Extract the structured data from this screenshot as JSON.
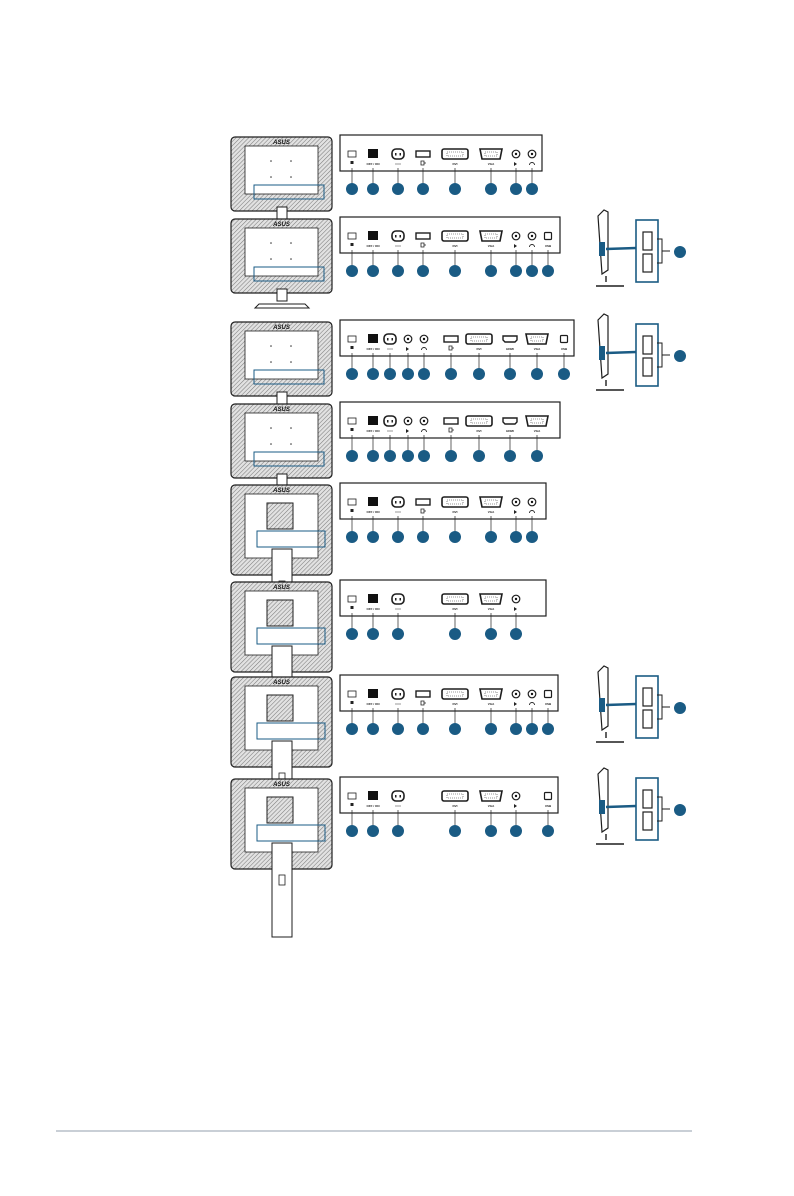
{
  "brand": "ASUS",
  "colors": {
    "callout_blue": "#1a5b84",
    "outline": "#1e1e1e",
    "bezel_gray": "#bfbfbf",
    "rule_gray": "#c9cfd6"
  },
  "port_labels": {
    "power_switch": "OFF / ON",
    "dvi": "DVI",
    "vga": "VGA",
    "hdmi": "HDMI",
    "usb": "USB"
  },
  "rows": [
    {
      "variant": "row-1",
      "ports": [
        "lock",
        "switch",
        "ac",
        "dp",
        "dvi",
        "vga",
        "audio-in",
        "earphone"
      ],
      "side_view": false
    },
    {
      "variant": "row-2",
      "ports": [
        "lock",
        "switch",
        "ac",
        "dp",
        "dvi",
        "vga",
        "audio-in",
        "earphone",
        "usb"
      ],
      "side_view": true
    },
    {
      "variant": "row-3",
      "ports": [
        "lock",
        "switch",
        "ac",
        "audio-in",
        "earphone",
        "dp",
        "dvi",
        "hdmi",
        "vga",
        "usb"
      ],
      "side_view": true
    },
    {
      "variant": "row-4",
      "ports": [
        "lock",
        "switch",
        "ac",
        "audio-in",
        "earphone",
        "dp",
        "dvi",
        "hdmi",
        "vga"
      ],
      "side_view": false
    },
    {
      "variant": "row-5",
      "ports": [
        "lock",
        "switch",
        "ac",
        "dp",
        "dvi",
        "vga",
        "audio-in",
        "earphone"
      ],
      "side_view": false
    },
    {
      "variant": "row-6",
      "ports": [
        "lock",
        "switch",
        "ac",
        "dvi",
        "vga",
        "audio-in"
      ],
      "side_view": false
    },
    {
      "variant": "row-7",
      "ports": [
        "lock",
        "switch",
        "ac",
        "dp",
        "dvi",
        "vga",
        "audio-in",
        "earphone",
        "usb"
      ],
      "side_view": true
    },
    {
      "variant": "row-8",
      "ports": [
        "lock",
        "switch",
        "ac",
        "dvi",
        "vga",
        "audio-in",
        "usb"
      ],
      "side_view": true
    }
  ]
}
